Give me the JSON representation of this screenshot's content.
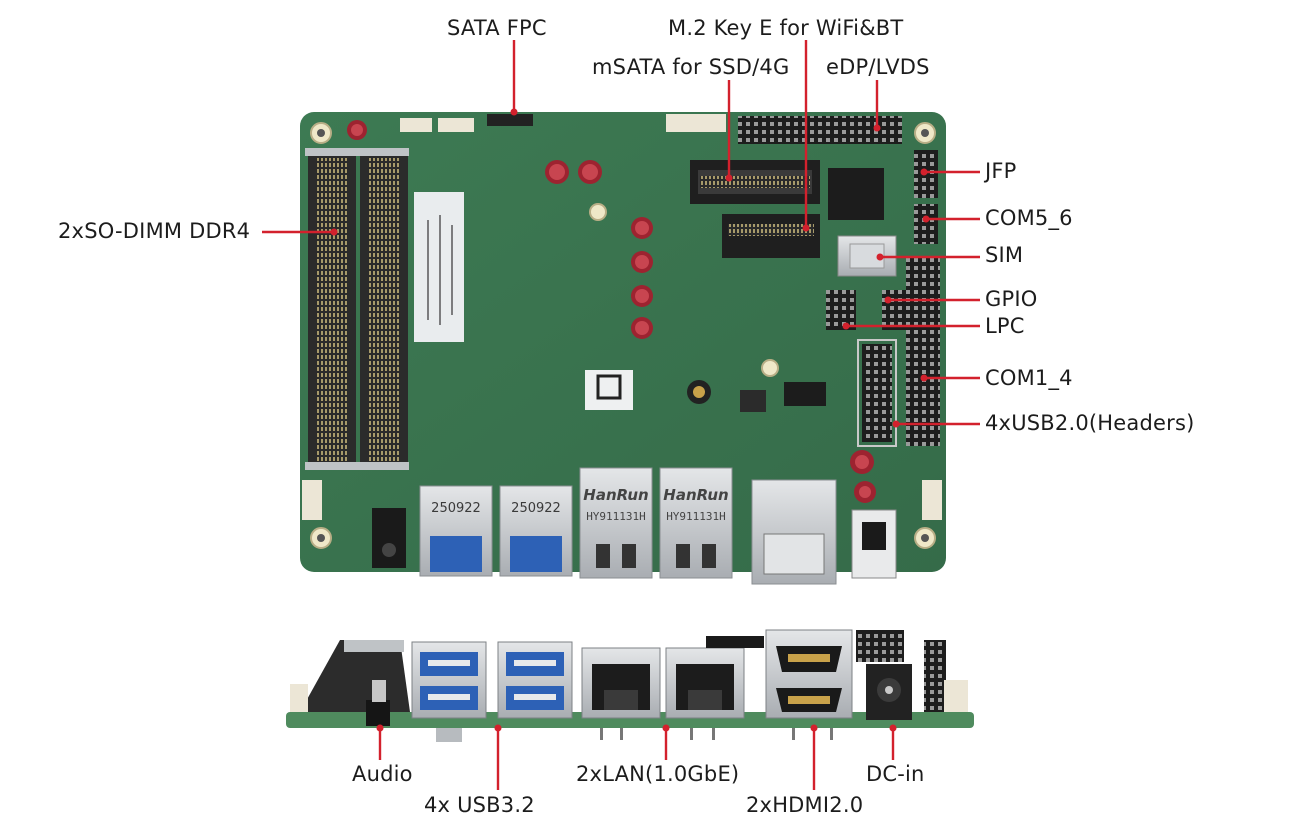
{
  "colors": {
    "leader": "#d3212d",
    "pcb": "#3f7c55",
    "pcb_dark": "#2f6243",
    "metal": "#c8ccd0",
    "text": "#1c1c1c"
  },
  "board_silkscreen": {
    "lan_brand": "HanRun",
    "lan_model": "HY911131H",
    "usb_date": "250922"
  },
  "callouts": {
    "sata_fpc": "SATA FPC",
    "m2_key_e": "M.2 Key E for WiFi&BT",
    "msata": "mSATA for SSD/4G",
    "edp_lvds": "eDP/LVDS",
    "so_dimm": "2xSO-DIMM DDR4",
    "jfp": "JFP",
    "com5_6": "COM5_6",
    "sim": "SIM",
    "gpio": "GPIO",
    "lpc": "LPC",
    "com1_4": "COM1_4",
    "usb2_headers": "4xUSB2.0(Headers)",
    "audio": "Audio",
    "usb32": "4x USB3.2",
    "lan": "2xLAN(1.0GbE)",
    "dc_in": "DC-in",
    "hdmi": "2xHDMI2.0"
  }
}
